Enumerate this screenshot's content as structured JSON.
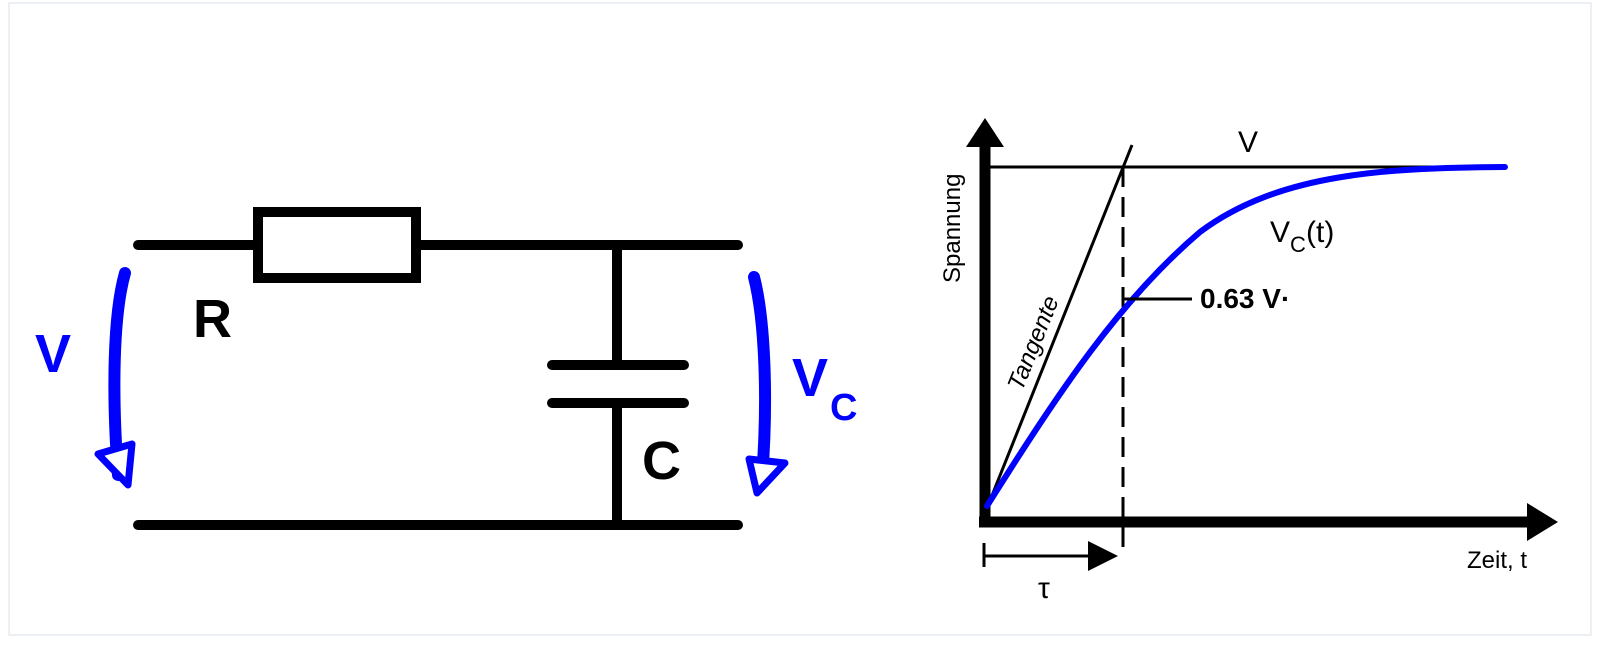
{
  "circuit": {
    "resistor_label": "R",
    "capacitor_label": "C",
    "input_voltage_label": "V",
    "output_voltage_main": "V",
    "output_voltage_sub": "C",
    "wire_color": "#000000",
    "arrow_color": "#0000ff"
  },
  "graph": {
    "y_axis_label": "Spannung",
    "x_axis_label": "Zeit, t",
    "final_value_label": "V",
    "curve_label_main": "V",
    "curve_label_sub": "C",
    "curve_label_suffix": "(t)",
    "tangent_label": "Tangente",
    "marker_label": "0.63  V·",
    "tau_label": "τ",
    "curve_color": "#0000ff",
    "axis_color": "#000000"
  }
}
